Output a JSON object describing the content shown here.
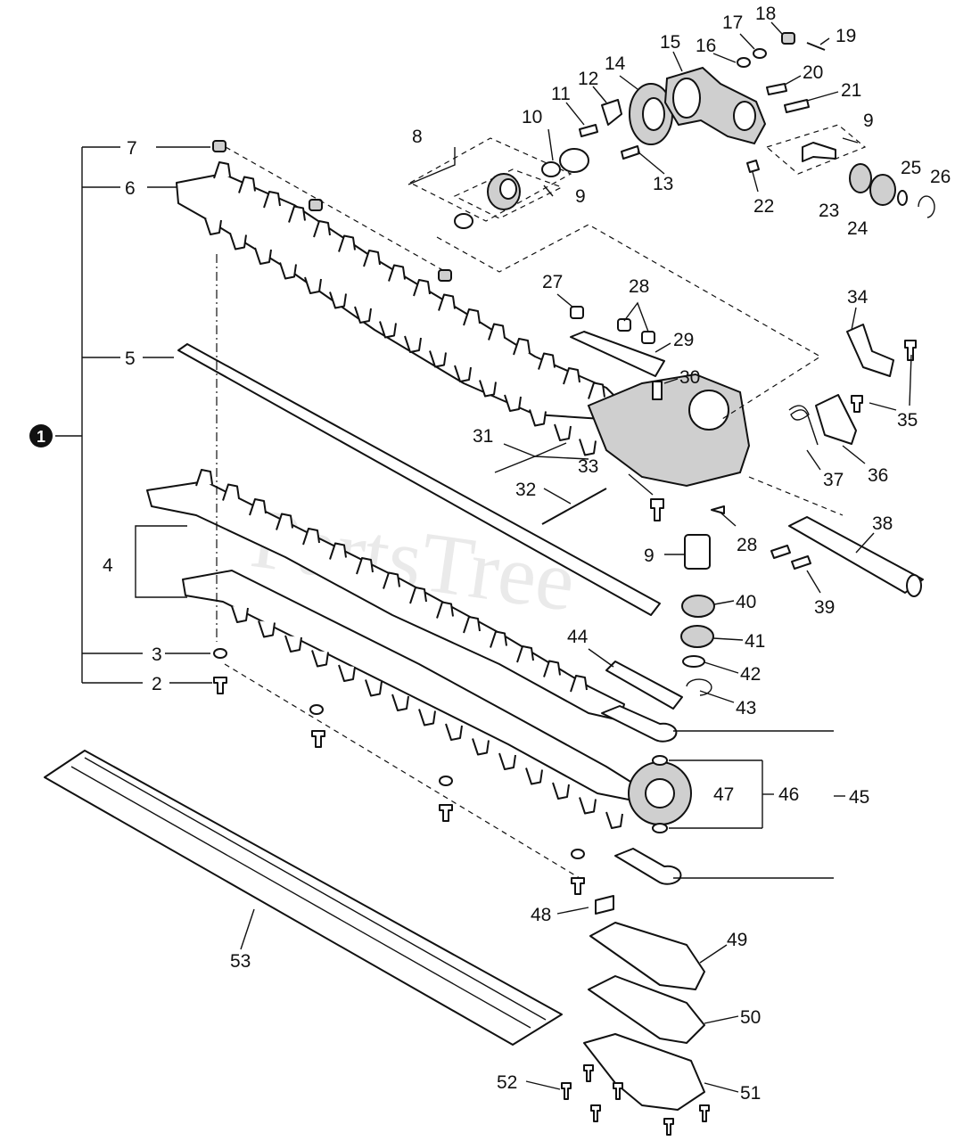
{
  "watermark": "PartsTree",
  "assembly_marker": "1",
  "callouts": {
    "n2": "2",
    "n3": "3",
    "n4": "4",
    "n5": "5",
    "n6": "6",
    "n7": "7",
    "n8": "8",
    "n9a": "9",
    "n9b": "9",
    "n9c": "9",
    "n10": "10",
    "n11": "11",
    "n12": "12",
    "n13": "13",
    "n14": "14",
    "n15": "15",
    "n16": "16",
    "n17": "17",
    "n18": "18",
    "n19": "19",
    "n20": "20",
    "n21": "21",
    "n22": "22",
    "n23": "23",
    "n24": "24",
    "n25": "25",
    "n26": "26",
    "n27": "27",
    "n28a": "28",
    "n28b": "28",
    "n29": "29",
    "n30": "30",
    "n31": "31",
    "n32": "32",
    "n33": "33",
    "n34": "34",
    "n35": "35",
    "n36": "36",
    "n37": "37",
    "n38": "38",
    "n39": "39",
    "n40": "40",
    "n41": "41",
    "n42": "42",
    "n43": "43",
    "n44": "44",
    "n45": "45",
    "n46": "46",
    "n47": "47",
    "n48": "48",
    "n49": "49",
    "n50": "50",
    "n51": "51",
    "n52": "52",
    "n53": "53"
  }
}
